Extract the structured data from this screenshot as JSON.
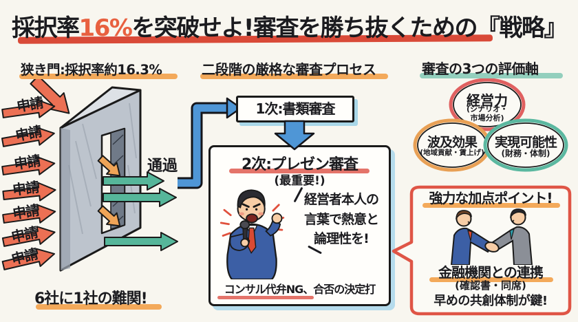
{
  "title": {
    "part1": "採択率",
    "highlight": "16%",
    "part2": "を突破せよ!審査を勝ち抜くための",
    "part3": "『戦略』"
  },
  "left": {
    "heading": "狭き門:採択率約16.3%",
    "applications": [
      "申請",
      "申請",
      "申請",
      "申請",
      "申請",
      "申請",
      "申請"
    ],
    "pass_label": "通過",
    "footer": "6社に1社の難関!"
  },
  "middle": {
    "heading": "二段階の厳格な審査プロセス",
    "stage1_label": "1次:書類審査",
    "stage2": {
      "title": "2次:プレゼン審査",
      "subtitle": "(最重要!)",
      "note_lines": [
        "経営者本人の",
        "言葉で熱意と",
        "論理性を!"
      ],
      "footer": "コンサル代弁NG、合否の決定打"
    }
  },
  "right": {
    "heading": "審査の3つの評価軸",
    "venn": [
      {
        "label": "経営力",
        "sub1": "(シナリオ・",
        "sub2": "市場分析)",
        "color": "#e06060"
      },
      {
        "label": "波及効果",
        "sub1": "(地域貢献・賃上げ)",
        "color": "#e8a055"
      },
      {
        "label": "実現可能性",
        "sub1": "(財務・体制)",
        "color": "#5bb8a0"
      }
    ],
    "bonus": {
      "title": "強力な加点ポイント!",
      "line1": "金融機関との連携",
      "line2": "(確認書・同席)",
      "line3": "早めの共創体制が鍵!"
    }
  },
  "colors": {
    "title_underline": "#d94a38",
    "highlight": "#e8603f",
    "underline_orange": "#f3a95a",
    "underline_teal": "#93cfbd",
    "arrow_red": "#ec7054",
    "arrow_teal": "#56b69a",
    "arrow_orange": "#efa457",
    "arrow_blue": "#4f96d6",
    "bubble_border": "#df5546"
  }
}
